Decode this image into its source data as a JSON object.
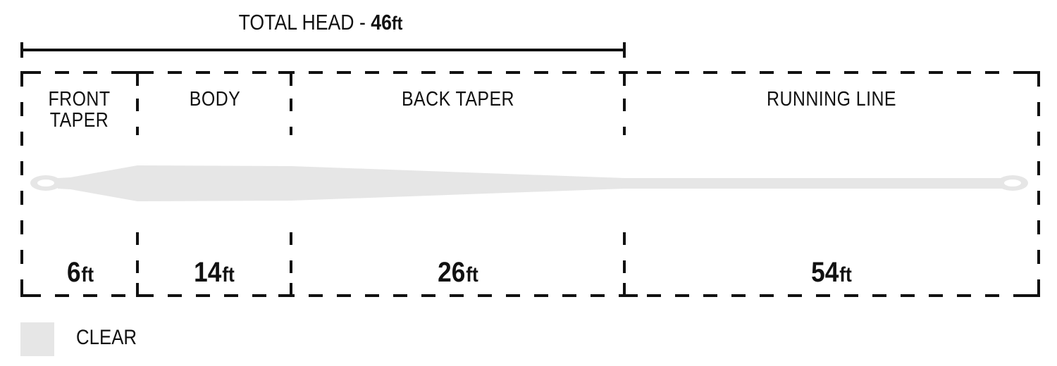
{
  "header": {
    "title_prefix": "TOTAL HEAD - ",
    "title_value": "46",
    "title_unit": "ft"
  },
  "sections": [
    {
      "name": "front-taper",
      "label_line1": "FRONT",
      "label_line2": "TAPER",
      "length": "6",
      "unit": "ft"
    },
    {
      "name": "body",
      "label_line1": "BODY",
      "label_line2": "",
      "length": "14",
      "unit": "ft"
    },
    {
      "name": "back-taper",
      "label_line1": "BACK TAPER",
      "label_line2": "",
      "length": "26",
      "unit": "ft"
    },
    {
      "name": "running-line",
      "label_line1": "RUNNING LINE",
      "label_line2": "",
      "length": "54",
      "unit": "ft"
    }
  ],
  "legend": {
    "items": [
      {
        "label": "CLEAR",
        "color": "#e6e6e6"
      }
    ]
  },
  "colors": {
    "line_fill": "#e6e6e6",
    "stroke": "#111111",
    "background": "#ffffff"
  }
}
